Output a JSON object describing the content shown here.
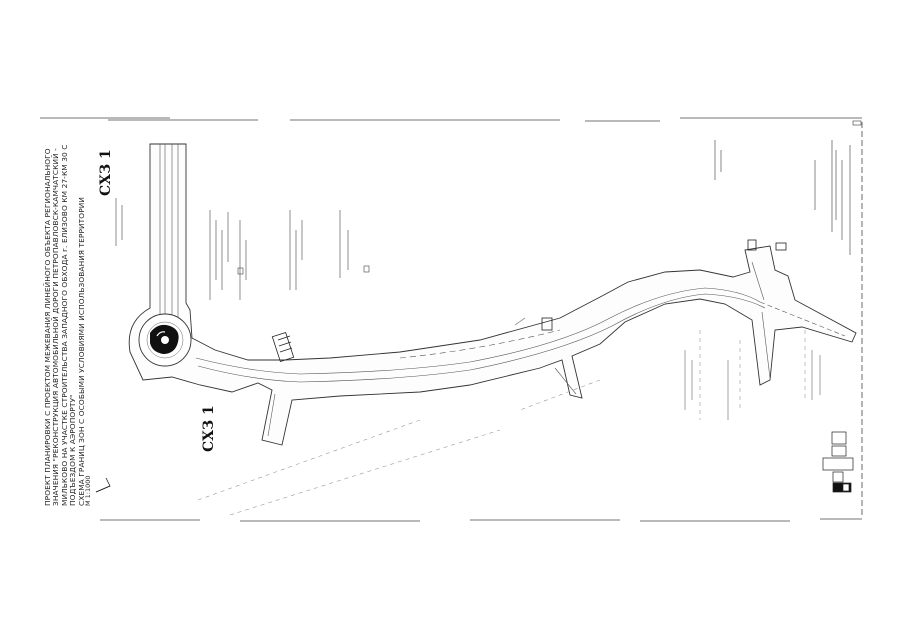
{
  "title_lines": [
    "ПРОЕКТ ПЛАНИРОВКИ С ПРОЕКТОМ МЕЖЕВАНИЯ ЛИНЕЙНОГО ОБЪЕКТА РЕГИОНАЛЬНОГО",
    "ЗНАЧЕНИЯ \"РЕКОНСТРУКЦИЯ АВТОМОБИЛЬНОЙ ДОРОГИ ПЕТРОПАВЛОВСК-КАМЧАТСКИЙ -",
    "МИЛЬКОВО НА УЧАСТКЕ СТРОИТЕЛЬСТВА ЗАПАДНОГО ОБХОДА г. ЕЛИЗОВО КМ 27-КМ 30 С",
    "ПОДЪЕЗДОМ К АЭРОПОРТУ\"",
    "СХЕМА ГРАНИЦ ЗОН С ОСОБЫМИ УСЛОВИЯМИ ИСПОЛЬЗОВАНИЯ ТЕРРИТОРИИ"
  ],
  "scale_label": "М 1:1000",
  "zone_label_top": "СХЗ 1",
  "zone_label_bottom": "СХЗ 1",
  "colors": {
    "ink": "#222222",
    "road_edge": "#333333",
    "faint": "#9a9a9a",
    "paper": "#ffffff"
  }
}
